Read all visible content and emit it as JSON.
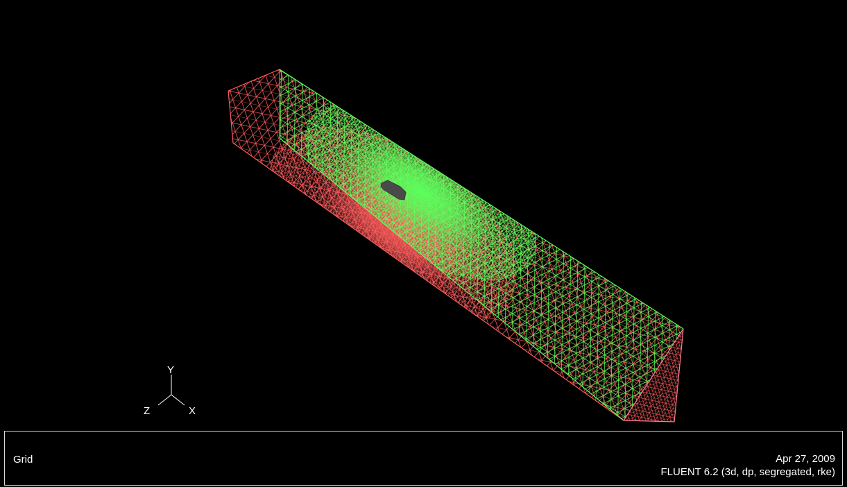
{
  "view": {
    "background": "#000000",
    "mesh_colors": {
      "wall_red": "#ff5c5c",
      "wall_green": "#5cff5c",
      "body": "#4a4a4a"
    }
  },
  "axes": {
    "y_label": "Y",
    "z_label": "Z",
    "x_label": "X"
  },
  "caption": {
    "title": "Grid",
    "date": "Apr 27, 2009",
    "solver": "FLUENT 6.2 (3d, dp, segregated, rke)"
  }
}
